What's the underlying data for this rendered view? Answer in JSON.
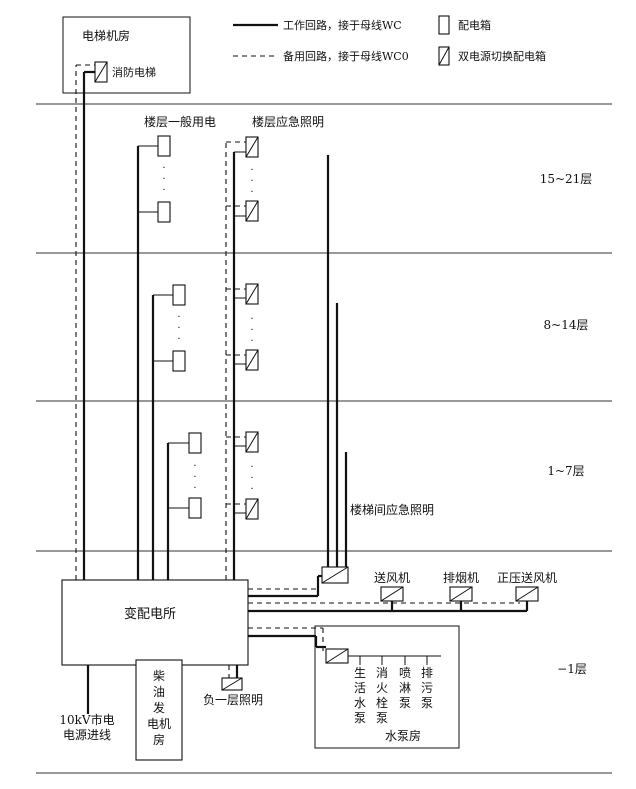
{
  "legend": {
    "working": "工作回路，接于母线WC",
    "backup": "备用回路，接于母线WC0",
    "box": "配电箱",
    "dual_box": "双电源切换配电箱"
  },
  "floors": {
    "f15_21": "15~21层",
    "f8_14": "8~14层",
    "f1_7": "1~7层",
    "b1": "−1层"
  },
  "dots": "·",
  "labels": {
    "elevator_room": "电梯机房",
    "fire_elevator": "消防电梯",
    "general_power": "楼层一般用电",
    "emergency_lighting": "楼层应急照明",
    "stair_lighting": "楼梯间应急照明",
    "substation": "变配电所",
    "incoming_1": "10kV市电",
    "incoming_2": "电源进线",
    "diesel": [
      "柴",
      "油",
      "发",
      "电机",
      "房"
    ],
    "b1_lighting": "负一层照明",
    "supply_fan": "送风机",
    "smoke_exhaust": "排烟机",
    "pressure_fan": "正压送风机",
    "pump_room": "水泵房",
    "pumps": [
      [
        "生",
        "活",
        "水",
        "泵"
      ],
      [
        "消",
        "火",
        "栓",
        "泵"
      ],
      [
        "喷",
        "淋",
        "泵"
      ],
      [
        "排",
        "污",
        "泵"
      ]
    ]
  }
}
